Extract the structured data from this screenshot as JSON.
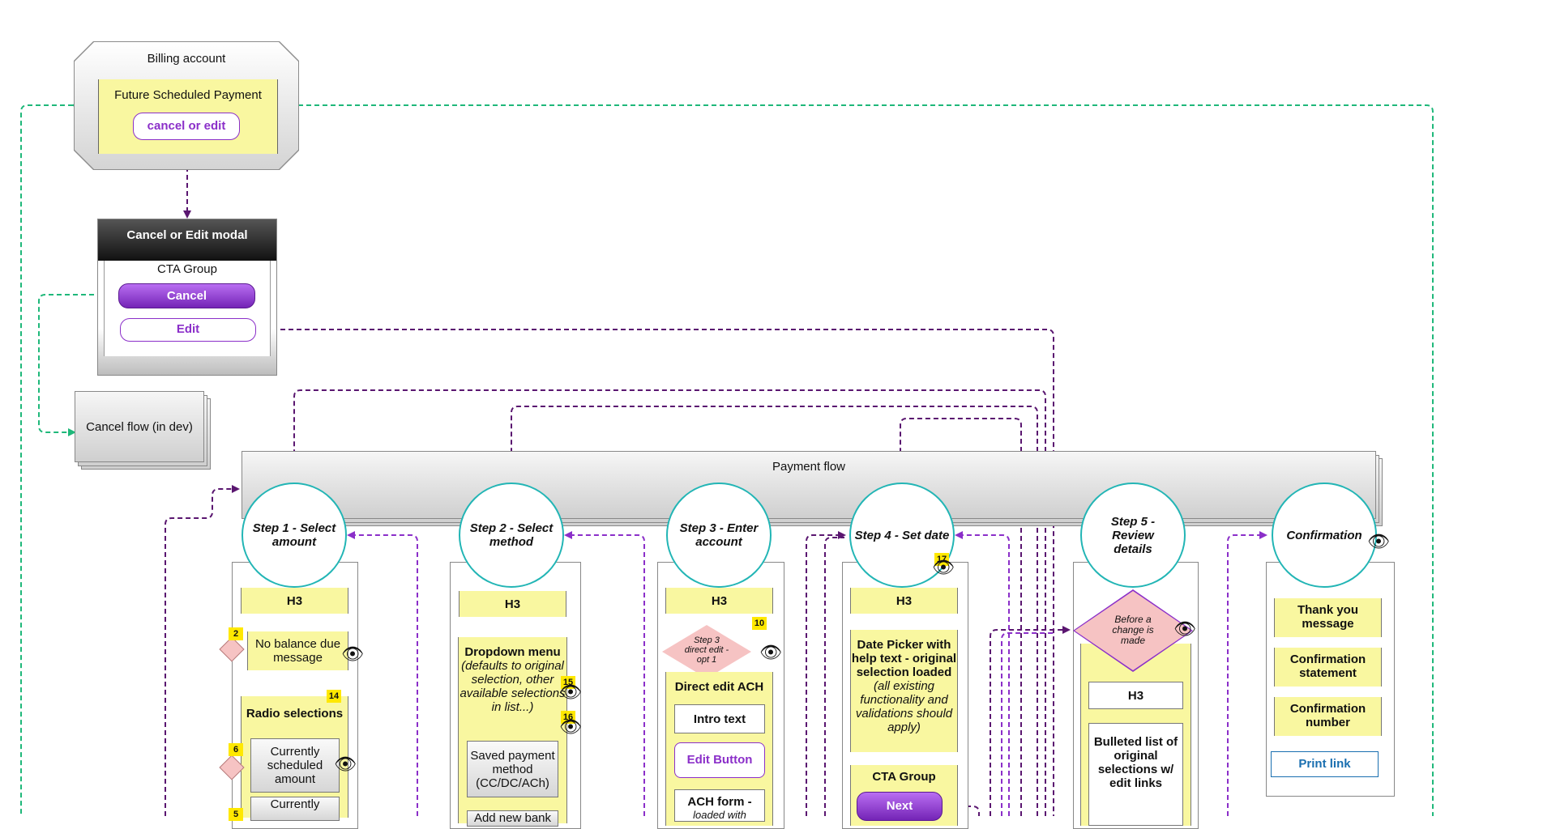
{
  "billing": {
    "title": "Billing account",
    "future_payment": "Future Scheduled Payment",
    "cancel_or_edit": "cancel or edit"
  },
  "modal": {
    "title": "Cancel or Edit modal",
    "cta_group": "CTA Group",
    "cancel": "Cancel",
    "edit": "Edit"
  },
  "cancel_flow": "Cancel flow (in dev)",
  "payment_flow": {
    "title": "Payment flow",
    "steps": [
      {
        "label": "Step 1 - Select amount"
      },
      {
        "label": "Step 2 - Select method"
      },
      {
        "label": "Step 3 - Enter account"
      },
      {
        "label": "Step 4 - Set date"
      },
      {
        "label": "Step 5 - Review details"
      },
      {
        "label": "Confirmation"
      }
    ]
  },
  "step1": {
    "h3": "H3",
    "badge_2": "2",
    "no_balance": "No balance due message",
    "badge_14": "14",
    "radio": "Radio selections",
    "badge_6": "6",
    "current_amount": "Currently scheduled amount",
    "badge_5": "5",
    "currently": "Currently"
  },
  "step2": {
    "h3": "H3",
    "dropdown_title": "Dropdown menu",
    "dropdown_desc": "(defaults to original selection, other available selections in list...)",
    "badge_15": "15",
    "badge_16": "16",
    "saved": "Saved payment method (CC/DC/ACh)",
    "add_new": "Add new bank"
  },
  "step3": {
    "h3": "H3",
    "badge_10": "10",
    "diamond": "Step 3 direct edit - opt 1",
    "direct_edit": "Direct edit ACH",
    "intro": "Intro text",
    "edit_button": "Edit Button",
    "ach_title": "ACH form -",
    "ach_sub": "loaded with"
  },
  "step4": {
    "badge_17": "17",
    "h3": "H3",
    "picker_title": "Date Picker with help text - original selection loaded",
    "picker_desc": "(all existing functionality and validations should apply)",
    "cta_group": "CTA Group",
    "next": "Next"
  },
  "step5": {
    "diamond": "Before a change is made",
    "h3": "H3",
    "bulleted": "Bulleted list of original selections w/ edit links"
  },
  "confirmation": {
    "thank_you": "Thank you message",
    "statement": "Confirmation statement",
    "number": "Confirmation number",
    "print": "Print link"
  },
  "colors": {
    "teal": "#22b5b5",
    "green_wire": "#1fb87a",
    "purple_wire": "#5a1670",
    "violet_wire": "#8b2fc9",
    "yellow": "#f9f7a0",
    "pink": "#f6c3c3",
    "badge": "#ffe800"
  },
  "icons": [
    "eye-icon"
  ]
}
